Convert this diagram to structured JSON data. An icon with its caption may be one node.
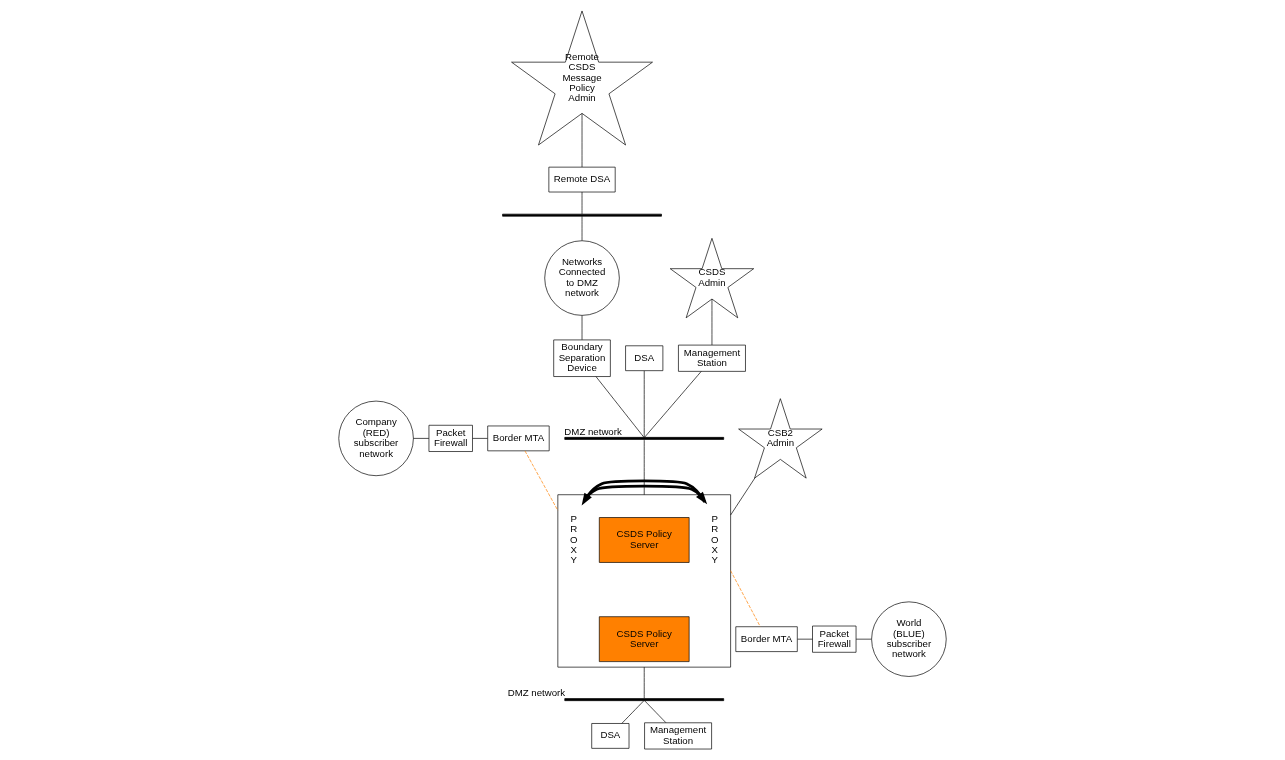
{
  "diagram": {
    "nodes": [
      {
        "text": [
          "Remote CSDS Message Policy Admin"
        ]
      },
      {
        "text": [
          "Remote DSA"
        ]
      },
      {
        "text": [],
        "shape": "bar"
      },
      {
        "text": [
          "Networks Connected to DMZ network"
        ]
      },
      {
        "text": [
          "Boundary Separation Device"
        ]
      },
      {
        "text": [
          "CSDS Admin"
        ]
      },
      {
        "text": [
          "DSA"
        ]
      },
      {
        "text": [
          "Management Station"
        ]
      },
      {
        "text": [],
        "shape": "bar",
        "beside": [
          "DMZ network"
        ]
      },
      {
        "text": [
          "CSB2 Admin"
        ]
      },
      {
        "text": [],
        "shape": "box"
      },
      {
        "text": [
          "P R O X Y"
        ],
        "in": 10
      },
      {
        "text": [
          "CSDS Policy Server"
        ],
        "in": 10
      },
      {
        "text": [
          "CSDS Policy Server"
        ],
        "in": 10
      },
      {
        "text": [
          "P R O X Y"
        ],
        "in": 10
      },
      {
        "text": [
          "Company (RED) subscriber network"
        ]
      },
      {
        "text": [
          "Packet Firewall"
        ]
      },
      {
        "text": [
          "Border MTA"
        ]
      },
      {
        "text": [
          "Border MTA"
        ]
      },
      {
        "text": [
          "Packet Firewall"
        ]
      },
      {
        "text": [
          "World (BLUE) subscriber network"
        ]
      },
      {
        "text": [],
        "shape": "bar",
        "beside": [
          "DMZ network"
        ]
      },
      {
        "text": [
          "DSA"
        ]
      },
      {
        "text": [
          "Management Station"
        ]
      }
    ],
    "edges": [
      {
        "from": 0,
        "to": 1,
        "arrow": "none"
      },
      {
        "from": 1,
        "to": 2,
        "arrow": "none"
      },
      {
        "from": 2,
        "to": 3,
        "arrow": "none"
      },
      {
        "from": 3,
        "to": 4,
        "arrow": "none"
      },
      {
        "from": 5,
        "to": 7,
        "arrow": "none"
      },
      {
        "from": 4,
        "to": 8,
        "arrow": "none"
      },
      {
        "from": 6,
        "to": 8,
        "arrow": "none"
      },
      {
        "from": 7,
        "to": 8,
        "arrow": "none"
      },
      {
        "from": 8,
        "to": 10,
        "arrow": "none"
      },
      {
        "from": 9,
        "to": 10,
        "arrow": "none"
      },
      {
        "from": 11,
        "to": 14,
        "arrow": "to",
        "style": "thick"
      },
      {
        "from": 14,
        "to": 11,
        "arrow": "to",
        "style": "thick"
      },
      {
        "from": 15,
        "to": 16,
        "arrow": "none"
      },
      {
        "from": 16,
        "to": 17,
        "arrow": "none"
      },
      {
        "from": 17,
        "to": 10,
        "arrow": "none",
        "style": "dashed",
        "color": "#ff8000"
      },
      {
        "from": 10,
        "to": 18,
        "arrow": "none",
        "style": "dashed",
        "color": "#ff8000"
      },
      {
        "from": 18,
        "to": 19,
        "arrow": "none"
      },
      {
        "from": 19,
        "to": 20,
        "arrow": "none"
      },
      {
        "from": 10,
        "to": 21,
        "arrow": "none"
      },
      {
        "from": 21,
        "to": 22,
        "arrow": "none"
      },
      {
        "from": 21,
        "to": 23,
        "arrow": "none"
      }
    ]
  }
}
